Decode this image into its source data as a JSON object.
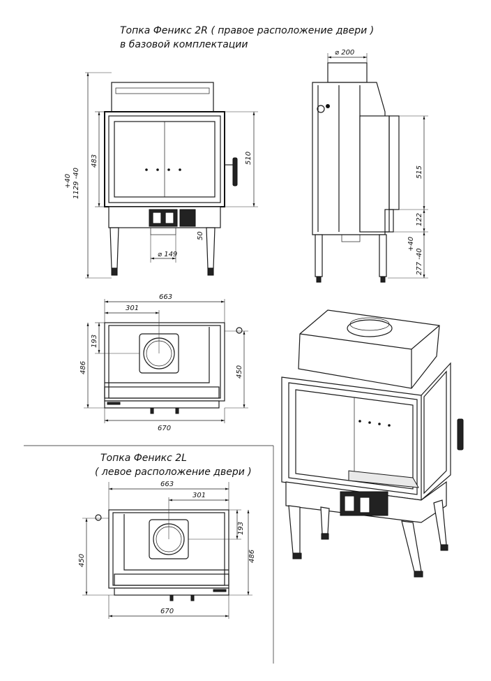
{
  "titles": {
    "main_line1": "Топка Феникс 2R ( правое расположение двери )",
    "main_line2": "в базовой комплектации",
    "left_line1": "Топка Феникс 2L",
    "left_line2": "( левое расположение двери )"
  },
  "front_view": {
    "total_height": "1129 -40",
    "total_height_tol": "+40",
    "door_height": "483",
    "glass_height": "510",
    "flue_diameter": "149",
    "leg_gap": "50"
  },
  "side_view": {
    "flue_diameter": "200",
    "height_515": "515",
    "height_122": "122",
    "leg_height": "277 -40",
    "leg_height_tol": "+40"
  },
  "top_view_right": {
    "width_663": "663",
    "width_301": "301",
    "depth_193": "193",
    "depth_486": "486",
    "depth_450": "450",
    "width_670": "670"
  },
  "top_view_left": {
    "width_663": "663",
    "width_301": "301",
    "depth_193": "193",
    "depth_486": "486",
    "depth_450": "450",
    "width_670": "670"
  }
}
